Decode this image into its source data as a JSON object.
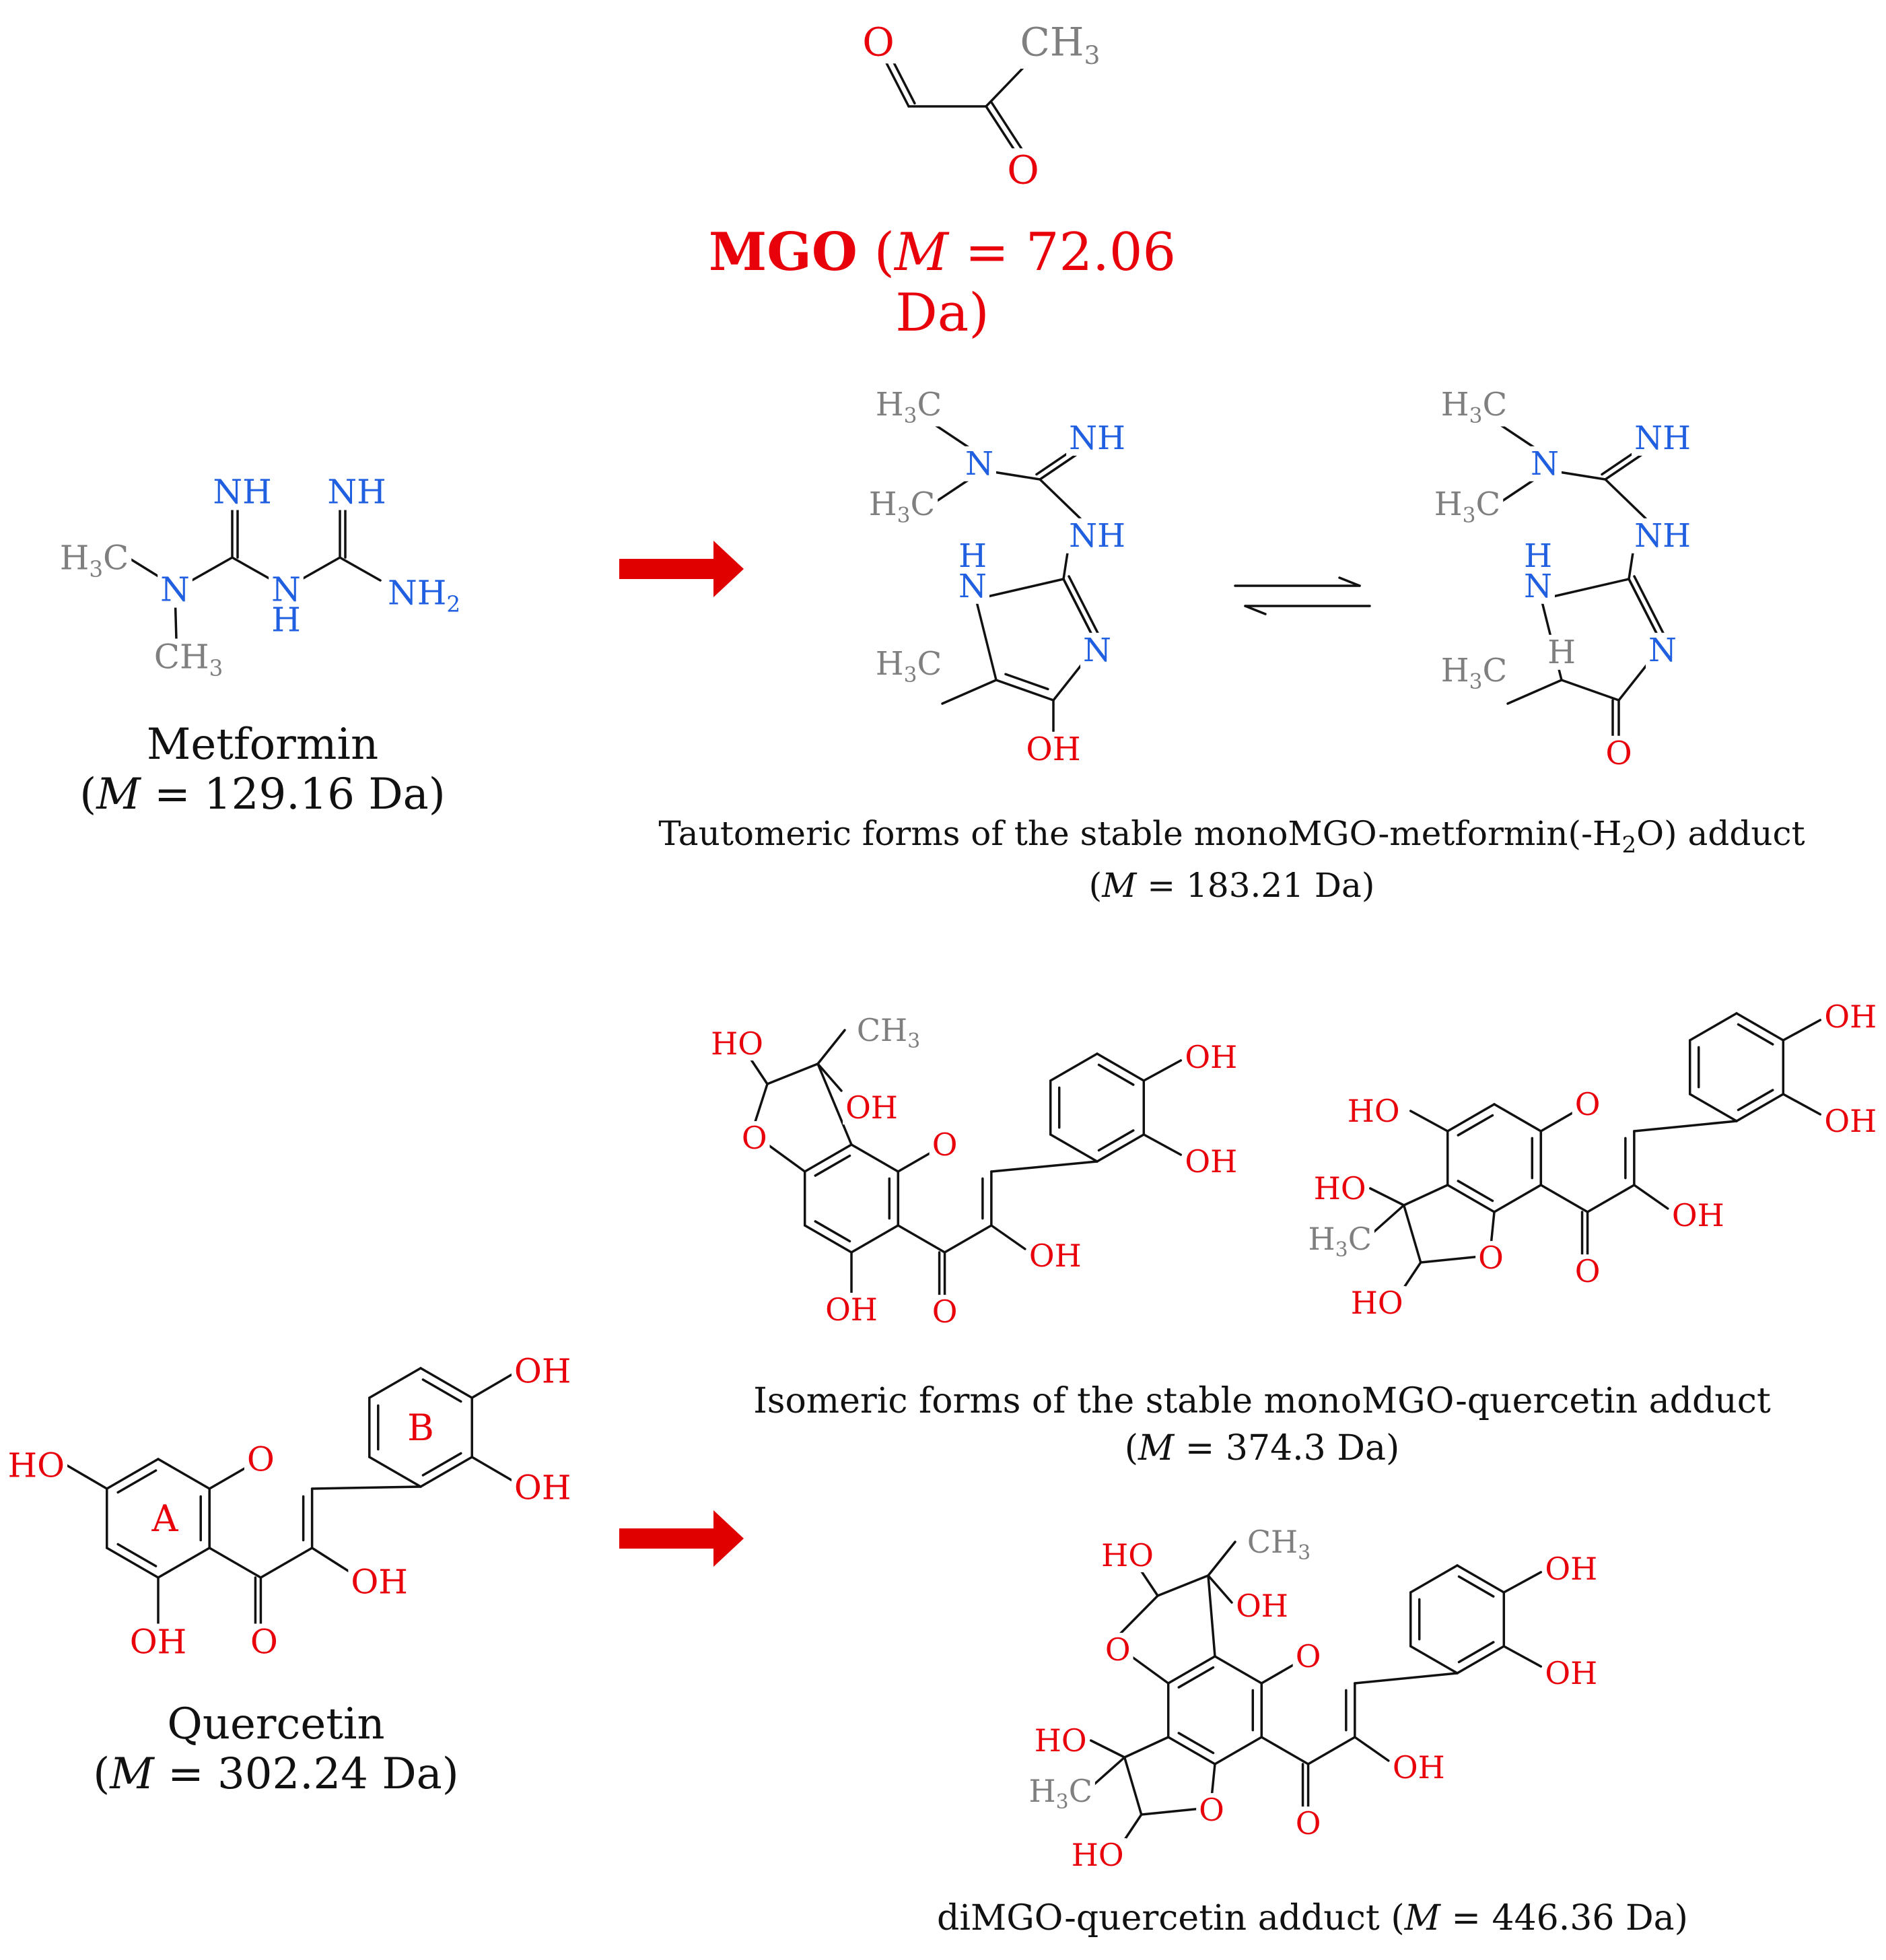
{
  "colors": {
    "oxygen": "#e8000b",
    "nitrogen": "#1f5fe0",
    "carbon": "#7f7f7f",
    "bond": "#111111",
    "arrow": "#e00000",
    "caption": "#111111"
  },
  "labels": {
    "OH": "OH",
    "HO": "HO",
    "O": "O",
    "CH3": "CH",
    "H3C": "H",
    "sub3": "3",
    "subC": "C",
    "sub2": "2",
    "NH": "NH",
    "N": "N",
    "H": "H",
    "NH2": "NH",
    "ringA": "A",
    "ringB": "B"
  },
  "mgo": {
    "name": "MGO",
    "mass_open": "(",
    "mass_var": "M",
    "mass_value": " = 72.06 Da)"
  },
  "metformin": {
    "name": "Metformin",
    "mass_open": "(",
    "mass_var": "M",
    "mass_value": " = 129.16 Da)"
  },
  "metformin_adduct": {
    "caption_pre": "Tautomeric forms of the stable monoMGO-metformin(-H",
    "caption_sub": "2",
    "caption_post": "O) adduct",
    "mass_open": "(",
    "mass_var": "M",
    "mass_value": " = 183.21 Da)"
  },
  "quercetin": {
    "name": "Quercetin",
    "mass_open": "(",
    "mass_var": "M",
    "mass_value": " = 302.24 Da)"
  },
  "mono_adduct": {
    "caption": "Isomeric forms of the stable monoMGO-quercetin adduct",
    "mass_open": "(",
    "mass_var": "M",
    "mass_value": " = 374.3 Da)"
  },
  "di_adduct": {
    "caption": "diMGO-quercetin adduct (",
    "mass_var": "M",
    "mass_value": " = 446.36 Da)"
  }
}
